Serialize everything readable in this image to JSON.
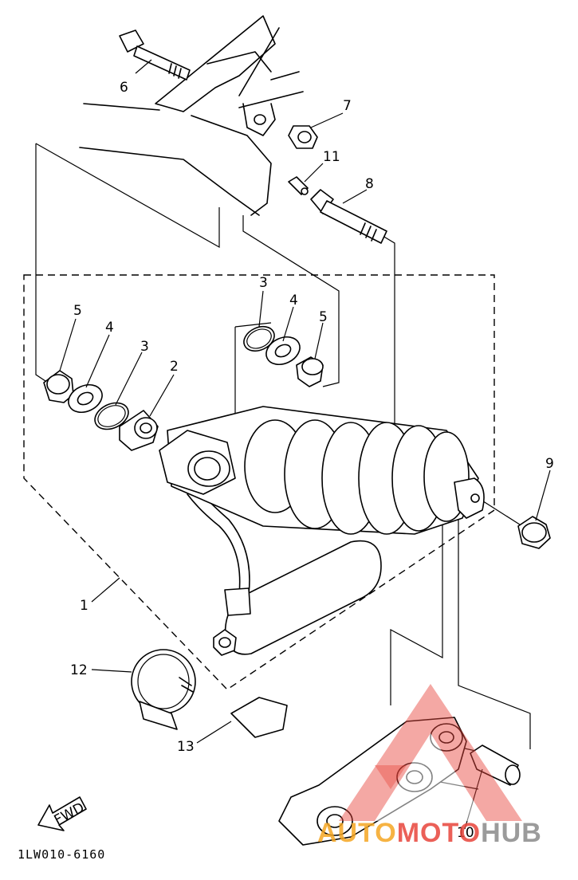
{
  "diagram": {
    "drawing_code": "1LW010-6160",
    "fwd_label": "FWD",
    "callouts": {
      "c1": "1",
      "c2": "2",
      "c3a": "3",
      "c3b": "3",
      "c4a": "4",
      "c4b": "4",
      "c5a": "5",
      "c5b": "5",
      "c6": "6",
      "c7": "7",
      "c8": "8",
      "c9": "9",
      "c10": "10",
      "c11": "11",
      "c12": "12",
      "c13": "13"
    }
  },
  "watermark": {
    "part1": "AUTO",
    "part2": "MOTO",
    "part3": "HUB",
    "colors": {
      "orange": "#f5a623",
      "red": "#e8453c",
      "gray": "#8a8a8a"
    }
  }
}
